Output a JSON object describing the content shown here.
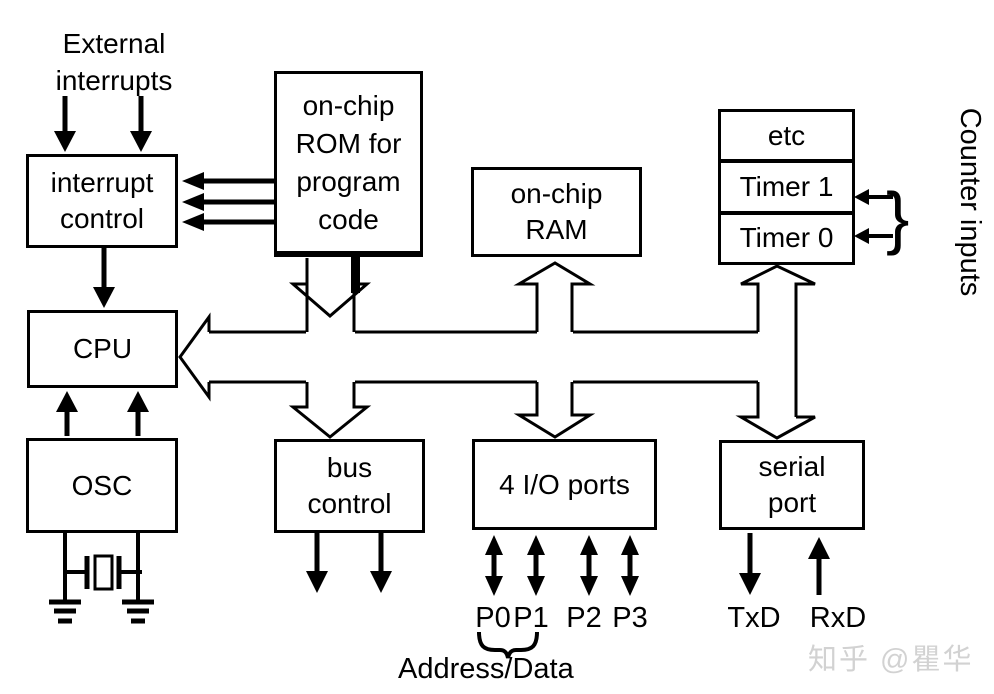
{
  "boxes": {
    "interrupt_control": {
      "lines": [
        "interrupt",
        "control"
      ]
    },
    "rom": {
      "lines": [
        "on-chip",
        "ROM for",
        "program",
        "code"
      ]
    },
    "ram": {
      "lines": [
        "on-chip",
        "RAM"
      ]
    },
    "timers": {
      "rows": [
        "etc",
        "Timer 1",
        "Timer 0"
      ]
    },
    "cpu": {
      "label": "CPU"
    },
    "osc": {
      "label": "OSC"
    },
    "bus_control": {
      "lines": [
        "bus",
        "control"
      ]
    },
    "io_ports": {
      "label": "4 I/O ports"
    },
    "serial_port": {
      "lines": [
        "serial",
        "port"
      ]
    }
  },
  "annotations": {
    "external_interrupts": {
      "lines": [
        "External",
        "interrupts"
      ]
    },
    "counter_inputs": "Counter inputs",
    "right_brace": "}",
    "ports": [
      "P0",
      "P1",
      "P2",
      "P3"
    ],
    "address_data": "Address/Data",
    "txd": "TxD",
    "rxd": "RxD"
  },
  "watermark": {
    "text": "知乎 @瞿华",
    "color": "#d2d2d2"
  },
  "colors": {
    "ink": "#000000",
    "background": "#ffffff"
  }
}
